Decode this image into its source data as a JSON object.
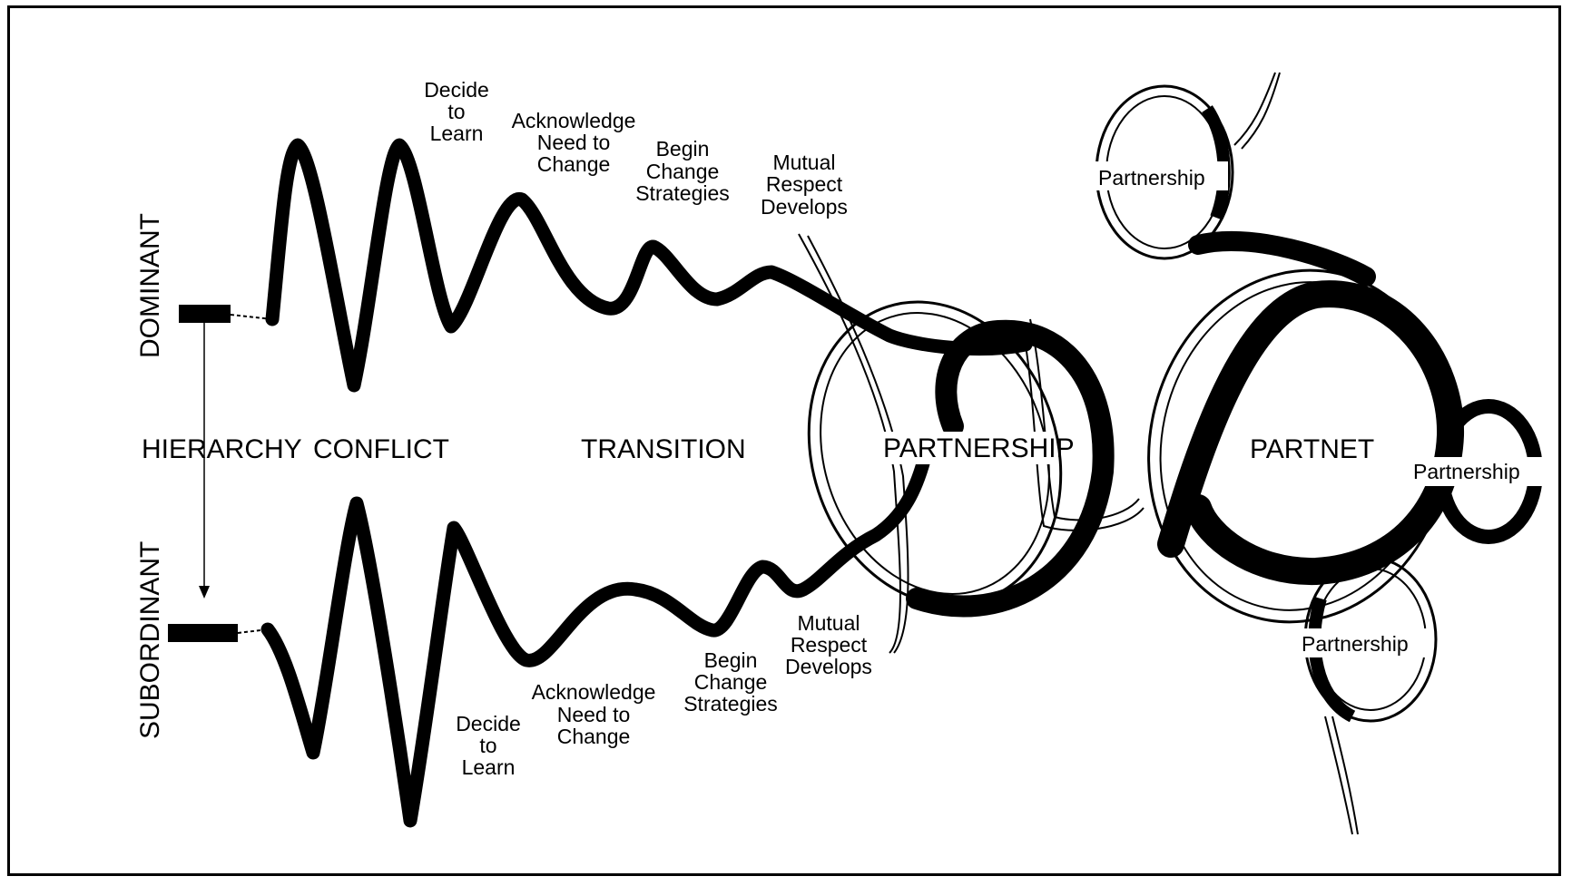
{
  "side_labels": {
    "dominant": "DOMINANT",
    "subordinant": "SUBORDINANT"
  },
  "stages": {
    "hierarchy": "HIERARCHY",
    "conflict": "CONFLICT",
    "transition": "TRANSITION",
    "partnership": "PARTNERSHIP",
    "partnet": "PARTNET"
  },
  "top_annotations": {
    "decide": [
      "Decide",
      "to",
      "Learn"
    ],
    "acknowledge": [
      "Acknowledge",
      "Need to",
      "Change"
    ],
    "begin": [
      "Begin",
      "Change",
      "Strategies"
    ],
    "mutual": [
      "Mutual",
      "Respect",
      "Develops"
    ]
  },
  "bottom_annotations": {
    "decide": [
      "Decide",
      "to",
      "Learn"
    ],
    "acknowledge": [
      "Acknowledge",
      "Need to",
      "Change"
    ],
    "begin": [
      "Begin",
      "Change",
      "Strategies"
    ],
    "mutual": [
      "Mutual",
      "Respect",
      "Develops"
    ]
  },
  "satellite_loops": {
    "top": "Partnership",
    "right": "Partnership",
    "bottom": "Partnership"
  }
}
